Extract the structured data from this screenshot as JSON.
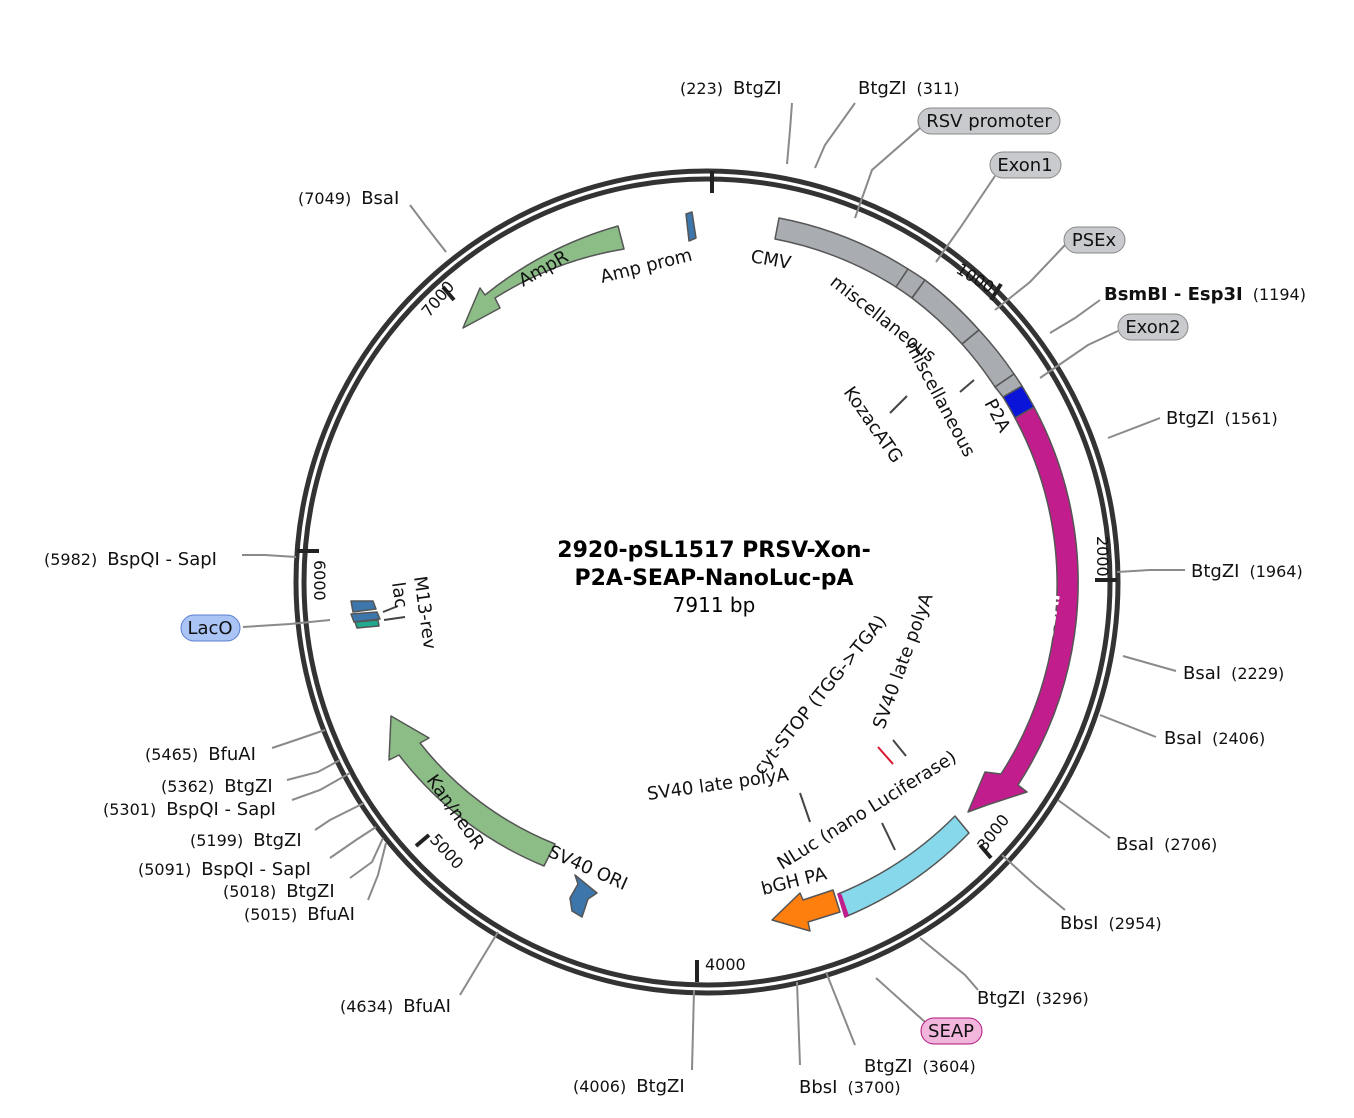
{
  "plasmid": {
    "name_line1": "2920-pSL1517 PRSV-Xon-",
    "name_line2": "P2A-SEAP-NanoLuc-pA",
    "size_label": "7911 bp",
    "total_bp": 7911
  },
  "ticks": [
    {
      "bp": 1000,
      "label": "1000"
    },
    {
      "bp": 2000,
      "label": "2000"
    },
    {
      "bp": 3000,
      "label": "3000"
    },
    {
      "bp": 4000,
      "label": "4000"
    },
    {
      "bp": 5000,
      "label": "5000"
    },
    {
      "bp": 6000,
      "label": "6000"
    },
    {
      "bp": 7000,
      "label": "7000"
    }
  ],
  "sites": [
    {
      "name": "BtgZI",
      "pos": "(223)"
    },
    {
      "name": "BtgZI",
      "pos": "(311)"
    },
    {
      "name": "BsmBI - Esp3I",
      "pos": "(1194)",
      "bold": true
    },
    {
      "name": "BtgZI",
      "pos": "(1561)"
    },
    {
      "name": "BtgZI",
      "pos": "(1964)"
    },
    {
      "name": "BsaI",
      "pos": "(2229)"
    },
    {
      "name": "BsaI",
      "pos": "(2406)"
    },
    {
      "name": "BsaI",
      "pos": "(2706)"
    },
    {
      "name": "BbsI",
      "pos": "(2954)"
    },
    {
      "name": "BtgZI",
      "pos": "(3296)"
    },
    {
      "name": "BtgZI",
      "pos": "(3604)"
    },
    {
      "name": "BbsI",
      "pos": "(3700)"
    },
    {
      "name": "BtgZI",
      "pos": "(4006)"
    },
    {
      "name": "BfuAI",
      "pos": "(4634)"
    },
    {
      "name": "BfuAI",
      "pos": "(5015)"
    },
    {
      "name": "BtgZI",
      "pos": "(5018)"
    },
    {
      "name": "BspQI - SapI",
      "pos": "(5091)"
    },
    {
      "name": "BtgZI",
      "pos": "(5199)"
    },
    {
      "name": "BspQI - SapI",
      "pos": "(5301)"
    },
    {
      "name": "BtgZI",
      "pos": "(5362)"
    },
    {
      "name": "BfuAI",
      "pos": "(5465)"
    },
    {
      "name": "BspQI - SapI",
      "pos": "(5982)"
    },
    {
      "name": "BsaI",
      "pos": "(7049)"
    }
  ],
  "boxed_labels": [
    {
      "text": "RSV promoter",
      "color": "#c8cacd"
    },
    {
      "text": "Exon1",
      "color": "#c8cacd"
    },
    {
      "text": "PSEx",
      "color": "#c8cacd"
    },
    {
      "text": "Exon2",
      "color": "#c8cacd"
    },
    {
      "text": "SEAP",
      "color": "#f2b5dc"
    },
    {
      "text": "LacO",
      "color": "#a9c4f5"
    }
  ],
  "features": [
    {
      "label": "CMV",
      "color": "#a9acb0"
    },
    {
      "label": "miscellaneous",
      "color": "#a9acb0"
    },
    {
      "label": "miscellaneous",
      "color": "#a9acb0"
    },
    {
      "label": "P2A",
      "color": "#0a14d9"
    },
    {
      "label": "KozacATG",
      "color": "#555555"
    },
    {
      "label": "SEAP",
      "color": "#c21d8c"
    },
    {
      "label": "NLuc (nano Luciferase)",
      "color": "#86d8ea"
    },
    {
      "label": "bGH PA",
      "color": "#ff7f0e"
    },
    {
      "label": "SV40 late polyA",
      "color": "#555555"
    },
    {
      "label": "cyt-STOP (TGG->TGA)",
      "color": "#d9152c"
    },
    {
      "label": "SV40 late polyA",
      "color": "#555555"
    },
    {
      "label": "SV40 ORI",
      "color": "#3d76ab"
    },
    {
      "label": "Kan/neoR",
      "color": "#8cbd86"
    },
    {
      "label": "M13-rev",
      "color": "#3d76ab"
    },
    {
      "label": "lac",
      "color": "#3d76ab"
    },
    {
      "label": "AmpR",
      "color": "#8cbd86"
    },
    {
      "label": "Amp prom",
      "color": "#3d76ab"
    }
  ]
}
